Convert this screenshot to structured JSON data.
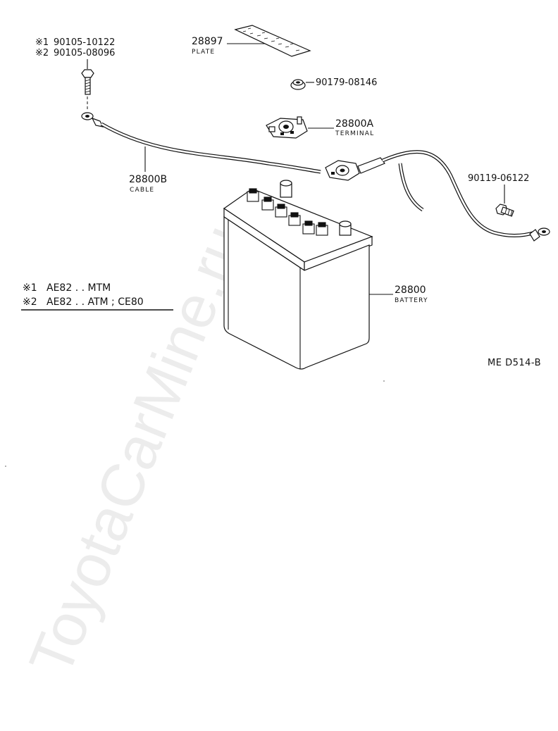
{
  "watermark": "ToyotaCarMine.ru",
  "diagram_ref": "ME  D514-B",
  "parts": {
    "bolt": {
      "variant1_mark": "※1",
      "variant1_number": "90105-10122",
      "variant2_mark": "※2",
      "variant2_number": "90105-08096"
    },
    "plate": {
      "number": "28897",
      "caption": "PLATE"
    },
    "nut": {
      "number": "90179-08146"
    },
    "terminal": {
      "number": "28800A",
      "caption": "TERMINAL"
    },
    "cable": {
      "number": "28800B",
      "caption": "CABLE"
    },
    "clamp_bolt": {
      "number": "90119-06122"
    },
    "battery": {
      "number": "28800",
      "caption": "BATTERY"
    }
  },
  "notes": [
    {
      "mark": "※1",
      "text": "AE82 . . MTM"
    },
    {
      "mark": "※2",
      "text": "AE82 . . ATM ; CE80"
    }
  ]
}
